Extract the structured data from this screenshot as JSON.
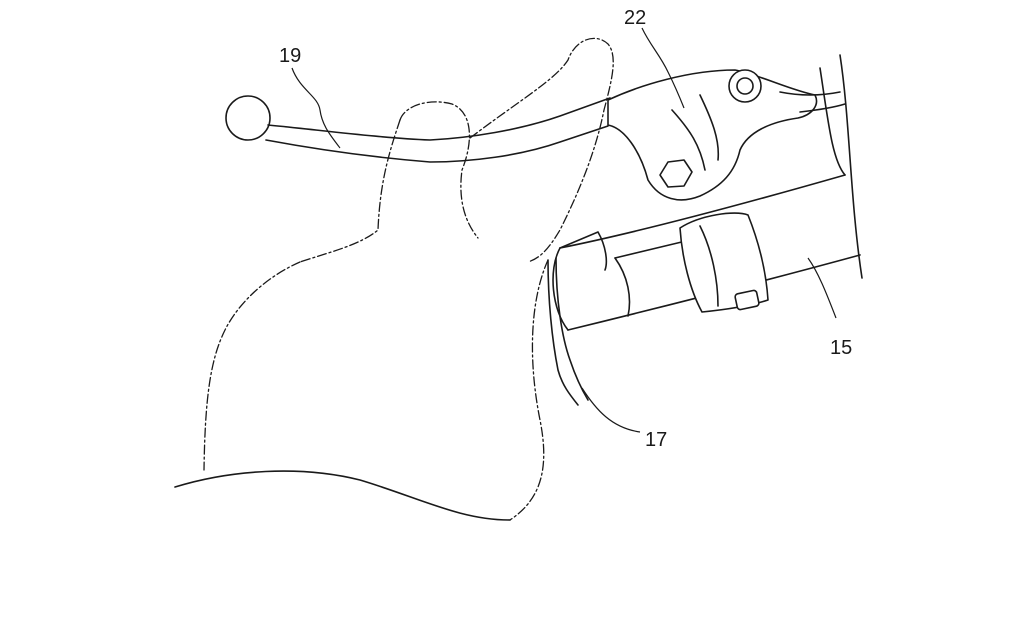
{
  "figure": {
    "reference_numerals": {
      "lever": "19",
      "bracket": "22",
      "handlebar": "15",
      "cable": "17"
    }
  }
}
